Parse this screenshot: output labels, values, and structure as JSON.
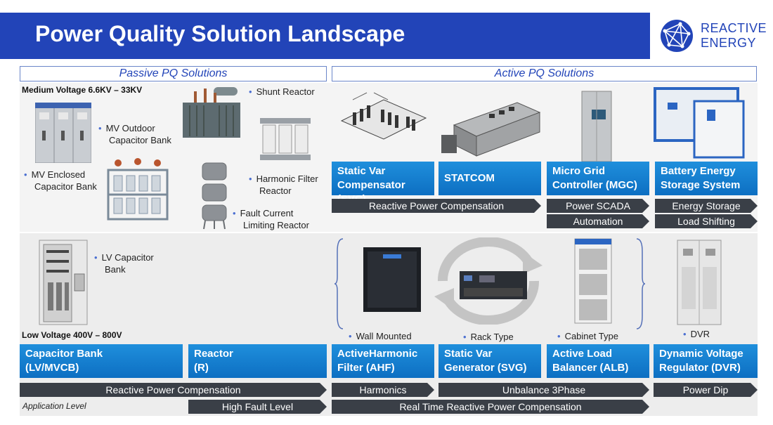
{
  "header": {
    "title": "Power Quality Solution Landscape"
  },
  "logo": {
    "line1": "REACTIVE",
    "line2": "ENERGY"
  },
  "sections": {
    "passive": "Passive PQ Solutions",
    "active": "Active PQ Solutions"
  },
  "voltage": {
    "medium": "Medium Voltage 6.6KV – 33KV",
    "low": "Low Voltage 400V – 800V"
  },
  "labels": {
    "mv_outdoor": [
      "MV Outdoor",
      "Capacitor Bank"
    ],
    "mv_enclosed": [
      "MV Enclosed",
      "Capacitor Bank"
    ],
    "shunt": "Shunt Reactor",
    "harmonic_filter": [
      "Harmonic Filter",
      "Reactor"
    ],
    "fault_current": [
      "Fault Current",
      "Limiting Reactor"
    ],
    "lv_cap": [
      "LV Capacitor",
      "Bank"
    ],
    "wall": "Wall Mounted",
    "rack": "Rack Type",
    "cabinet": "Cabinet Type",
    "dvr": "DVR"
  },
  "top_boxes": [
    [
      "Static Var",
      "Compensator (SVC)"
    ],
    [
      "STATCOM"
    ],
    [
      "Micro Grid",
      "Controller (MGC)"
    ],
    [
      "Battery Energy",
      "Storage System"
    ]
  ],
  "bottom_boxes": [
    [
      "Capacitor Bank",
      "(LV/MVCB)"
    ],
    [
      "Reactor",
      "(R)"
    ],
    [
      "ActiveHarmonic",
      "Filter (AHF)"
    ],
    [
      "Static Var",
      "Generator (SVG)"
    ],
    [
      "Active Load",
      "Balancer (ALB)"
    ],
    [
      "Dynamic Voltage",
      "Regulator (DVR)"
    ]
  ],
  "arrows": {
    "reactive_top": "Reactive Power Compensation",
    "power_scada": "Power SCADA",
    "automation": "Automation",
    "energy_storage": "Energy Storage",
    "load_shifting": "Load Shifting",
    "reactive_bottom": "Reactive Power Compensation",
    "high_fault": "High Fault Level",
    "harmonics": "Harmonics",
    "unbalance": "Unbalance 3Phase",
    "power_dip": "Power Dip",
    "real_time": "Real Time Reactive Power Compensation"
  },
  "application_level": "Application Level",
  "colors": {
    "brand": "#2244b8",
    "box": "#1080d0",
    "arrow": "#3a3f47"
  }
}
